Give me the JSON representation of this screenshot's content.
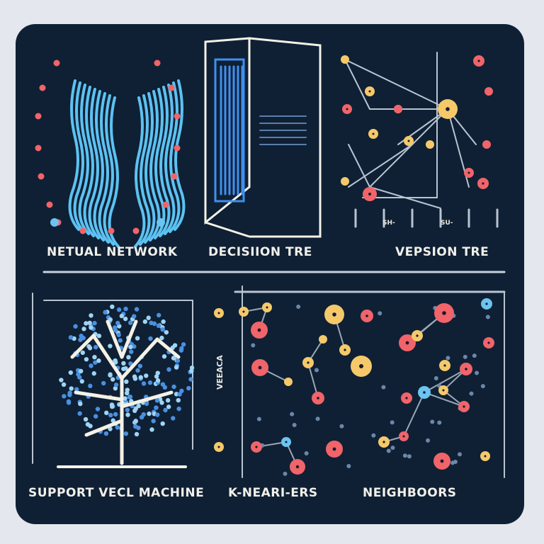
{
  "labels": {
    "neural_network": "NETUAL NETWORK",
    "decision_tree": "DECISIION TRE",
    "version_tree": "VEPSION TRE",
    "svm": "SUPPORT VECL MACHINE",
    "knn_left": "K-NEARI-ERS",
    "knn_right": "NEIGHBOORS",
    "axis_vertical": "VEEACA",
    "tick_1": "SH-",
    "tick_2": "SU-"
  },
  "colors": {
    "background": "#e4e8ee",
    "panel": "#0f2034",
    "red": "#f0646a",
    "yellow": "#f5c96a",
    "blue": "#6cc4f0",
    "neural_blue": "#5cc2f2",
    "line": "#b9c4d2",
    "tree": "#f4f1e6"
  }
}
